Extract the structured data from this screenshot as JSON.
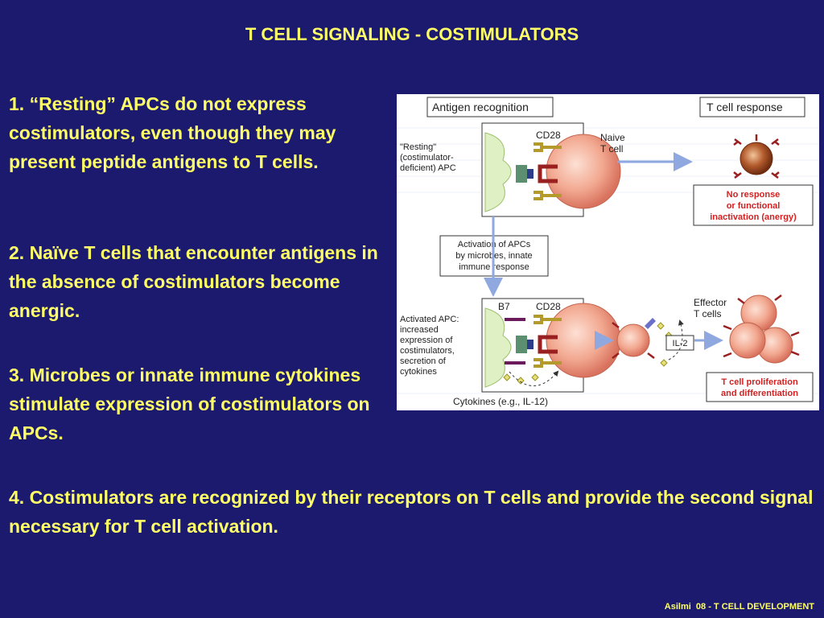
{
  "slide": {
    "title": "T CELL SIGNALING - COSTIMULATORS",
    "points": [
      "1. “Resting” APCs do not express costimulators, even though they may present peptide antigens to T cells.",
      "2. Naïve T cells that encounter antigens in the absence of costimulators become anergic.",
      "3. Microbes or innate immune cytokines stimulate expression of costimulators on APCs.",
      "4. Costimulators are recognized by their receptors on T cells and provide the second signal necessary for T cell activation."
    ],
    "footer": "Asilmi  08 - T CELL DEVELOPMENT"
  },
  "figure": {
    "antigen_recognition": "Antigen recognition",
    "t_cell_response": "T cell response",
    "cd28_top": "CD28",
    "naive_line1": "Naive",
    "naive_line2": "T cell",
    "resting_line1": "\"Resting\"",
    "resting_line2": "(costimulator-",
    "resting_line3": "deficient) APC",
    "no_response_line1": "No response",
    "no_response_line2": "or functional",
    "no_response_line3": "inactivation (anergy)",
    "activation_line1": "Activation of APCs",
    "activation_line2": "by microbes, innate",
    "activation_line3": "immune response",
    "b7": "B7",
    "cd28_bottom": "CD28",
    "activated_line1": "Activated APC:",
    "activated_line2": "increased",
    "activated_line3": "expression of",
    "activated_line4": "costimulators,",
    "activated_line5": "secretion of",
    "activated_line6": "cytokines",
    "effector_line1": "Effector",
    "effector_line2": "T cells",
    "il2": "IL-2",
    "proliferation_line1": "T cell proliferation",
    "proliferation_line2": "and differentiation",
    "cytokines_label": "Cytokines (e.g., IL-12)"
  },
  "colors": {
    "background": "#1c1a6e",
    "text": "#ffff66",
    "response_red": "#d42020"
  }
}
